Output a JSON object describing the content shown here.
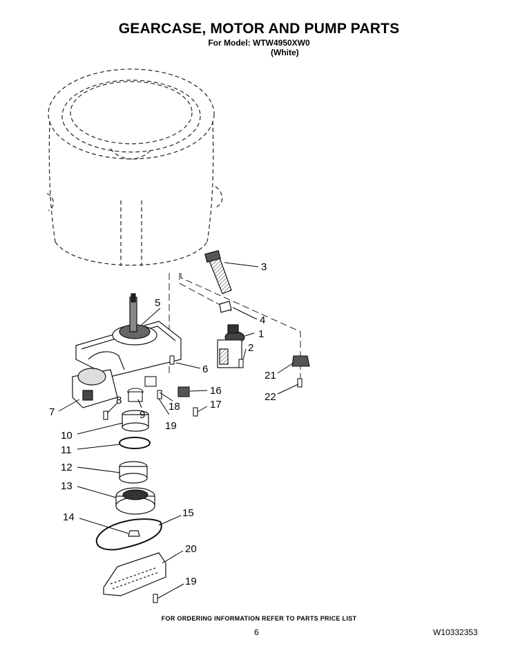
{
  "header": {
    "title": "GEARCASE, MOTOR AND PUMP PARTS",
    "model_line": "For Model: WTW4950XW0",
    "variant": "(White)"
  },
  "callouts": [
    {
      "id": "1",
      "label": "1"
    },
    {
      "id": "2",
      "label": "2"
    },
    {
      "id": "3",
      "label": "3"
    },
    {
      "id": "4",
      "label": "4"
    },
    {
      "id": "5",
      "label": "5"
    },
    {
      "id": "6",
      "label": "6"
    },
    {
      "id": "7",
      "label": "7"
    },
    {
      "id": "8",
      "label": "8"
    },
    {
      "id": "9",
      "label": "9"
    },
    {
      "id": "10",
      "label": "10"
    },
    {
      "id": "11",
      "label": "11"
    },
    {
      "id": "12",
      "label": "12"
    },
    {
      "id": "13",
      "label": "13"
    },
    {
      "id": "14",
      "label": "14"
    },
    {
      "id": "15",
      "label": "15"
    },
    {
      "id": "16",
      "label": "16"
    },
    {
      "id": "17",
      "label": "17"
    },
    {
      "id": "18",
      "label": "18"
    },
    {
      "id": "19a",
      "label": "19"
    },
    {
      "id": "19b",
      "label": "19"
    },
    {
      "id": "20",
      "label": "20"
    },
    {
      "id": "21",
      "label": "21"
    },
    {
      "id": "22",
      "label": "22"
    }
  ],
  "footer": {
    "ordering_note": "FOR ORDERING INFORMATION REFER TO PARTS PRICE LIST",
    "page_number": "6",
    "document_number": "W10332353"
  }
}
